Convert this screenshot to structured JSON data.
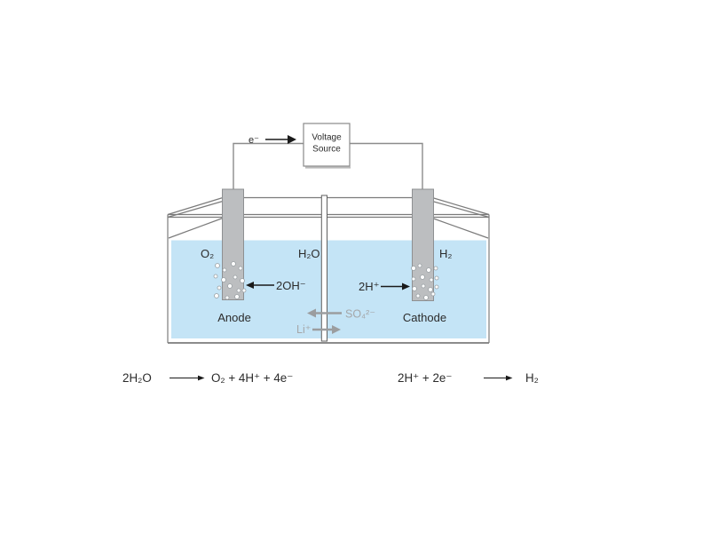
{
  "circuit": {
    "electron_label": "e⁻",
    "voltage_source_line1": "Voltage",
    "voltage_source_line2": "Source"
  },
  "cell": {
    "left_gas": "O₂",
    "solvent": "H₂O",
    "right_gas": "H₂",
    "anode_label": "Anode",
    "cathode_label": "Cathode",
    "anode_ion": "2OH⁻",
    "cathode_ion": "2H⁺",
    "anion": "SO₄²⁻",
    "cation": "Li⁺"
  },
  "equations": {
    "anode_lhs": "2H₂O",
    "anode_rhs": "O₂   +   4H⁺   +   4e⁻",
    "cathode_lhs": "2H⁺   +   2e⁻",
    "cathode_rhs": "H₂"
  },
  "colors": {
    "page_bg": "#ffffff",
    "water": "#c4e4f6",
    "electrode": "#bcbec0",
    "electrode_stroke": "#8e9092",
    "line": "#7b7b7b",
    "wire": "#8c8c8c",
    "gray_ion": "#a5a7a9",
    "gray_arrow": "#9b9d9f",
    "text": "#2b2b2b"
  }
}
